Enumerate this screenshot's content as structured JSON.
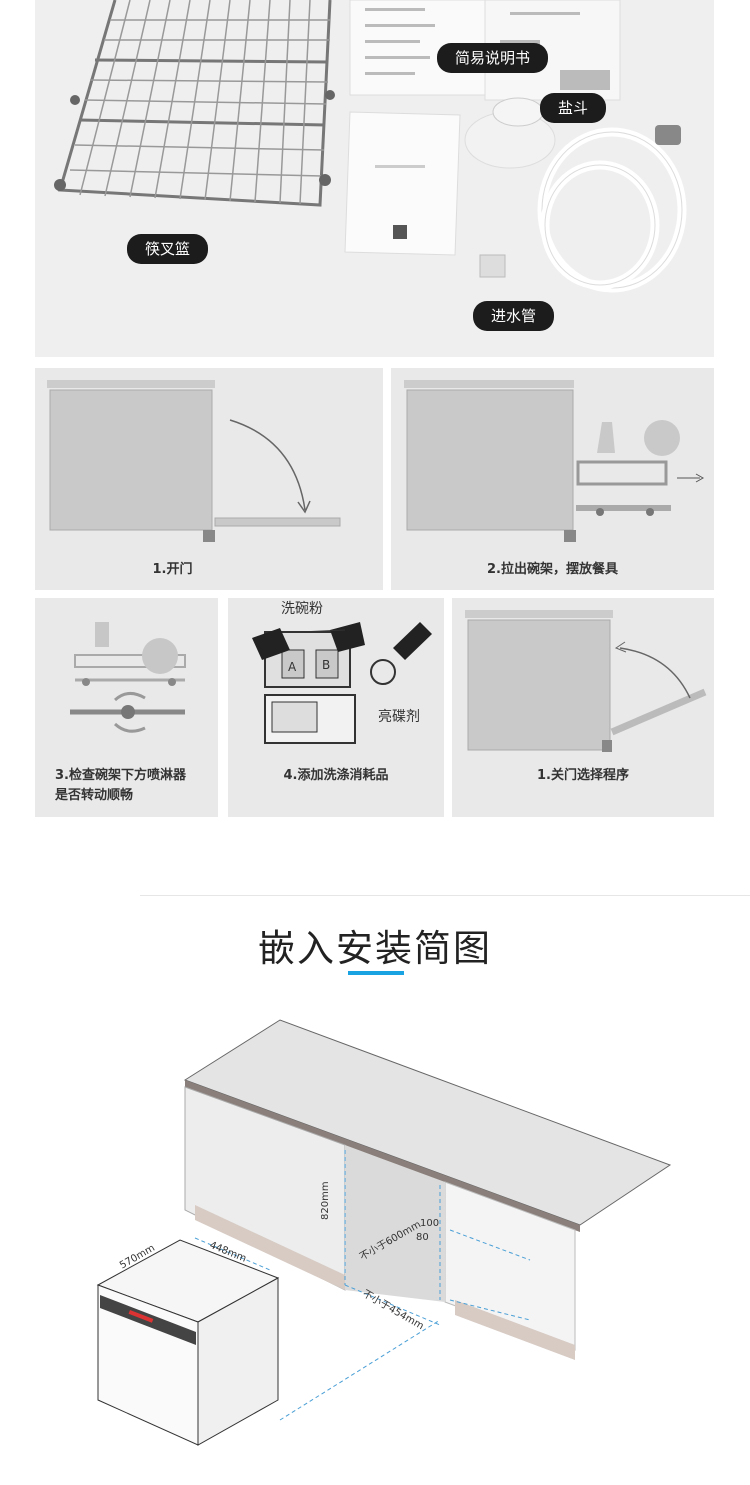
{
  "accessories": {
    "labels": {
      "manual": "简易说明书",
      "salt_funnel": "盐斗",
      "cutlery_basket": "筷叉篮",
      "inlet_hose": "进水管"
    }
  },
  "steps": [
    {
      "caption": "1.开门"
    },
    {
      "caption": "2.拉出碗架，摆放餐具"
    },
    {
      "caption_line1": "3.检查碗架下方喷淋器",
      "caption_line2": "是否转动顺畅"
    },
    {
      "caption": "4.添加洗涤消耗品",
      "detergent_label": "洗碗粉",
      "rinse_label": "亮碟剂",
      "compartment_a": "A",
      "compartment_b": "B"
    },
    {
      "caption": "1.关门选择程序"
    }
  ],
  "installation": {
    "title": "嵌入安装简图",
    "dimensions": {
      "height": "820mm",
      "width_min": "不小于600mm",
      "depth_min": "不小于454mm",
      "gap_100": "100",
      "gap_80": "80",
      "unit_depth": "570mm",
      "unit_width": "448mm"
    }
  },
  "colors": {
    "accent": "#1aa3e3",
    "label_bg": "#1c1c1c",
    "panel_bg": "#e9e9e9"
  }
}
